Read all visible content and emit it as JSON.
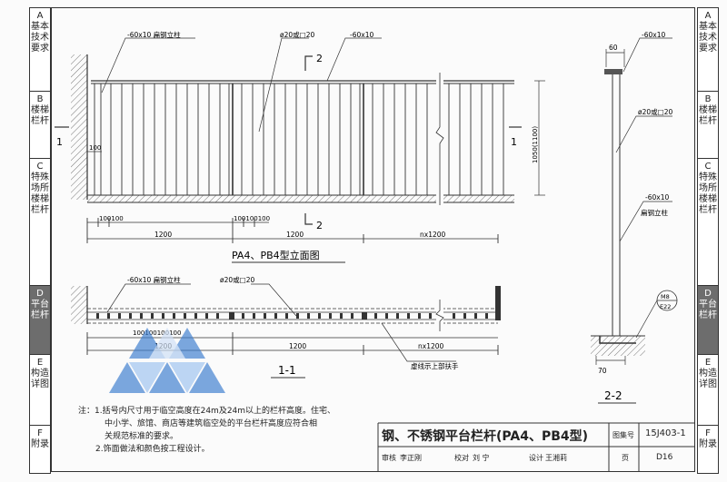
{
  "left_tabs": [
    {
      "letter": "A",
      "label": "基本技术要求"
    },
    {
      "letter": "B",
      "label": "楼梯栏杆"
    },
    {
      "letter": "C",
      "label": "特殊场所楼梯栏杆"
    },
    {
      "letter": "D",
      "label": "平台栏杆"
    },
    {
      "letter": "E",
      "label": "构造详图"
    },
    {
      "letter": "F",
      "label": "附录"
    }
  ],
  "right_tabs": [
    {
      "letter": "A",
      "label": "基本技术要求"
    },
    {
      "letter": "B",
      "label": "楼梯栏杆"
    },
    {
      "letter": "C",
      "label": "特殊场所楼梯栏杆"
    },
    {
      "letter": "D",
      "label": "平台栏杆"
    },
    {
      "letter": "E",
      "label": "构造详图"
    },
    {
      "letter": "F",
      "label": "附录"
    }
  ],
  "active_tab": "D",
  "elevation": {
    "title": "PA4、PB4型立面图",
    "label_flat_post": "-60x10 扁钢立柱",
    "label_rod": "ø20或□20",
    "label_rail": "-60x10",
    "section_2": "2",
    "section_1": "1",
    "dim_100": "100",
    "dim_100_row": "100100",
    "dim_100_row2": "100100100",
    "dim_1200": "1200",
    "dim_n1200": "nx1200",
    "height": "1050(1100)"
  },
  "plan": {
    "title": "1-1",
    "label_flat_post": "-60x10 扁钢立柱",
    "label_rod": "ø20或□20",
    "dim_row": "100100100100",
    "dim_1200a": "1200",
    "dim_1200b": "1200",
    "dim_n1200": "nx1200",
    "dashed_note": "虚线示上部扶手"
  },
  "section": {
    "title": "2-2",
    "dim_60": "60",
    "label_rail": "-60x10",
    "label_rod": "ø20或□20",
    "label_post": "-60x10",
    "label_post2": "扁钢立柱",
    "dim_70": "70",
    "bolt_top": "M8",
    "bolt_bottom": "E22"
  },
  "notes": {
    "prefix": "注：",
    "line1": "1.括号内尺寸用于临空高度在24m及24m以上的栏杆高度。住宅、",
    "line2": "中小学、旅馆、商店等建筑临空处的平台栏杆高度应符合相",
    "line3": "关规范标准的要求。",
    "line4": "2.饰面做法和颜色按工程设计。"
  },
  "title_block": {
    "title": "钢、不锈钢平台栏杆(PA4、PB4型)",
    "atlas_label": "图集号",
    "atlas_no": "15J403-1",
    "review_label": "审核",
    "reviewer": "李正刚",
    "check_label": "校对",
    "checker": "刘 宁",
    "design_label": "设计",
    "designer": "王湘莉",
    "page_label": "页",
    "page_no": "D16"
  },
  "colors": {
    "line": "#333333",
    "active_tab": "#6d6d6d",
    "logo": "#3f7fd0"
  }
}
